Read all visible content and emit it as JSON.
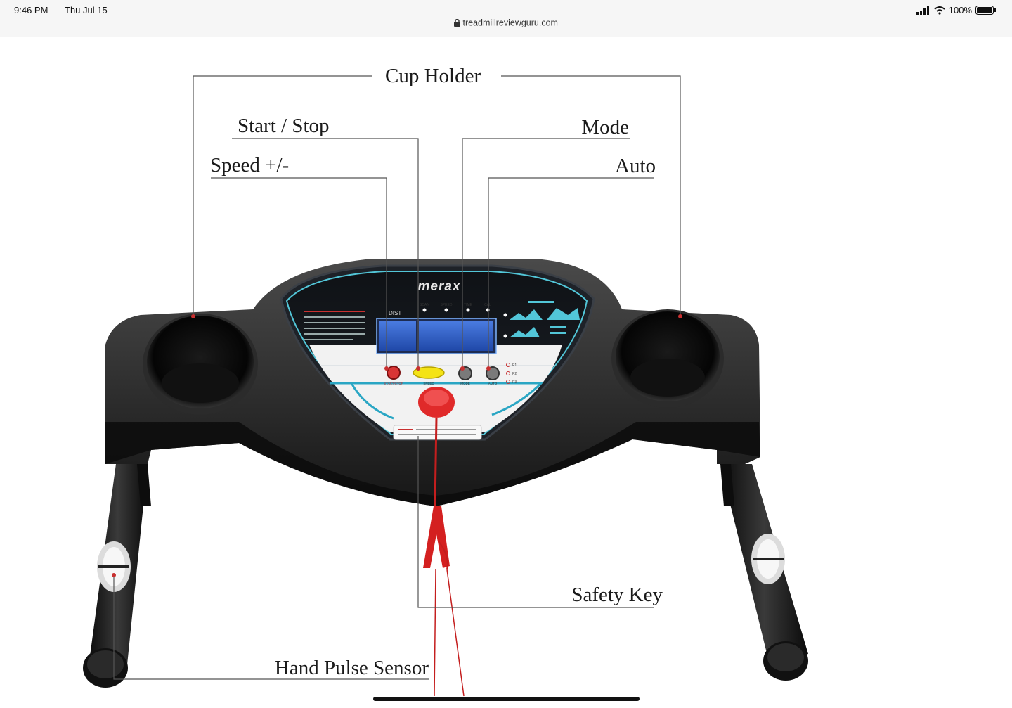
{
  "status_bar": {
    "time": "9:46 PM",
    "date": "Thu Jul 15",
    "battery": "100%",
    "url": "treadmillreviewguru.com"
  },
  "diagram": {
    "labels": {
      "cup_holder": "Cup Holder",
      "start_stop": "Start / Stop",
      "mode": "Mode",
      "speed": "Speed +/-",
      "auto": "Auto",
      "safety_key": "Safety Key",
      "hand_pulse": "Hand Pulse Sensor"
    },
    "console": {
      "brand": "merax",
      "dist": "DIST",
      "indicators": [
        "SCAN",
        "SPEED",
        "TIME",
        "CAL"
      ],
      "programs": [
        "P1",
        "P2",
        "P3"
      ],
      "buttons": [
        "START/STOP",
        "SPEED",
        "MODE",
        "AUTO"
      ]
    }
  },
  "icons": [
    "lock-icon",
    "signal-icon",
    "wifi-icon",
    "battery-icon"
  ]
}
